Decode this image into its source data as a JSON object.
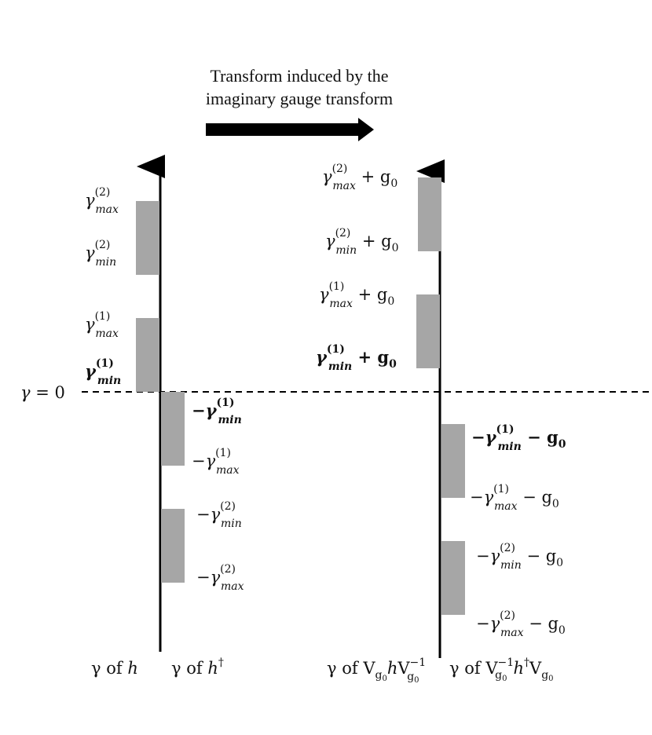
{
  "header": {
    "line1": "Transform induced by the",
    "line2": "imaginary gauge transform"
  },
  "zero_label": {
    "sym": "γ",
    "rest": " = 0"
  },
  "left_panel": {
    "bars": [
      {
        "sym": "γ",
        "sup": "(2)",
        "sub": "max"
      },
      {
        "sym": "γ",
        "sup": "(2)",
        "sub": "min"
      },
      {
        "sym": "γ",
        "sup": "(1)",
        "sub": "max"
      },
      {
        "sym": "γ",
        "sup": "(1)",
        "sub": "min",
        "bold": true
      },
      {
        "sym": "−γ",
        "sup": "(1)",
        "sub": "min",
        "bold": true
      },
      {
        "sym": "−γ",
        "sup": "(1)",
        "sub": "max"
      },
      {
        "sym": "−γ",
        "sup": "(2)",
        "sub": "min"
      },
      {
        "sym": "−γ",
        "sup": "(2)",
        "sub": "max"
      }
    ],
    "axis_caption_left": {
      "pre": "γ of ",
      "var": "h"
    },
    "axis_caption_right": {
      "pre": "γ of ",
      "var": "h",
      "dagger": "†"
    }
  },
  "right_panel": {
    "bars": [
      {
        "sym": "γ",
        "sup": "(2)",
        "sub": "max",
        "tail": " + g",
        "tail_sub": "0"
      },
      {
        "sym": "γ",
        "sup": "(2)",
        "sub": "min",
        "tail": " + g",
        "tail_sub": "0"
      },
      {
        "sym": "γ",
        "sup": "(1)",
        "sub": "max",
        "tail": " + g",
        "tail_sub": "0"
      },
      {
        "sym": "γ",
        "sup": "(1)",
        "sub": "min",
        "tail": " + g",
        "tail_sub": "0",
        "bold": true
      },
      {
        "sym": "−γ",
        "sup": "(1)",
        "sub": "min",
        "tail": " − g",
        "tail_sub": "0",
        "bold": true
      },
      {
        "sym": "−γ",
        "sup": "(1)",
        "sub": "max",
        "tail": " − g",
        "tail_sub": "0"
      },
      {
        "sym": "−γ",
        "sup": "(2)",
        "sub": "min",
        "tail": " − g",
        "tail_sub": "0"
      },
      {
        "sym": "−γ",
        "sup": "(2)",
        "sub": "max",
        "tail": " − g",
        "tail_sub": "0"
      }
    ],
    "axis_caption_left": {
      "pre": "γ of ",
      "V": "V",
      "g": "g",
      "zero": "0",
      "var": "h",
      "inv": "−1"
    },
    "axis_caption_right": {
      "pre": "γ of ",
      "V": "V",
      "g": "g",
      "zero": "0",
      "var": "h",
      "inv": "−1",
      "dagger": "†"
    }
  }
}
